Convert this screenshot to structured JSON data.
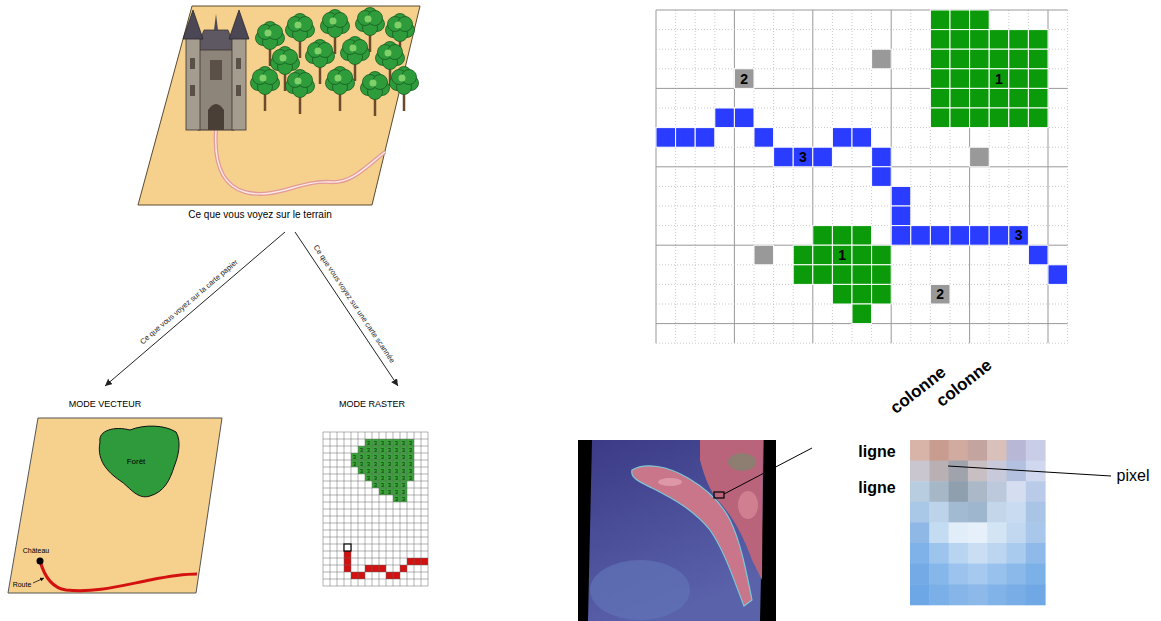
{
  "diagram": {
    "nodes": [
      {
        "text": [
          "Ce que vous voyez sur le terrain"
        ]
      },
      {
        "text": [
          "MODE VECTEUR"
        ]
      },
      {
        "text": [
          "MODE RASTER"
        ]
      },
      {
        "text": [
          "Forêt"
        ],
        "in": 1
      }
    ],
    "edges": [
      {
        "from": 0,
        "to": 1,
        "arrow": "to",
        "label": "Ce que vous voyez sur la carte papier"
      },
      {
        "from": 0,
        "to": 2,
        "arrow": "to",
        "label": "Ce que vous voyez sur une carte scannée"
      }
    ],
    "labels": [
      "Château",
      "Route",
      "3",
      "3",
      "3",
      "3",
      "3",
      "3",
      "3",
      "3",
      "3",
      "3",
      "3",
      "3",
      "3",
      "3",
      "3",
      "3",
      "3",
      "3",
      "3",
      "3",
      "3",
      "3",
      "3",
      "3",
      "3",
      "3",
      "3",
      "3",
      "3",
      "3",
      "3",
      "3",
      "3",
      "3",
      "3",
      "3",
      "3",
      "3",
      "3",
      "3",
      "3",
      "3",
      "3",
      "3",
      "3",
      "3",
      "3",
      "3",
      "3",
      "3",
      "3",
      "3",
      "3",
      "3",
      "3",
      "3",
      "3",
      "3",
      "3",
      "2",
      "1",
      "3",
      "3",
      "1",
      "2",
      "colonne",
      "colonne",
      "ligne",
      "ligne",
      "pixel"
    ]
  }
}
